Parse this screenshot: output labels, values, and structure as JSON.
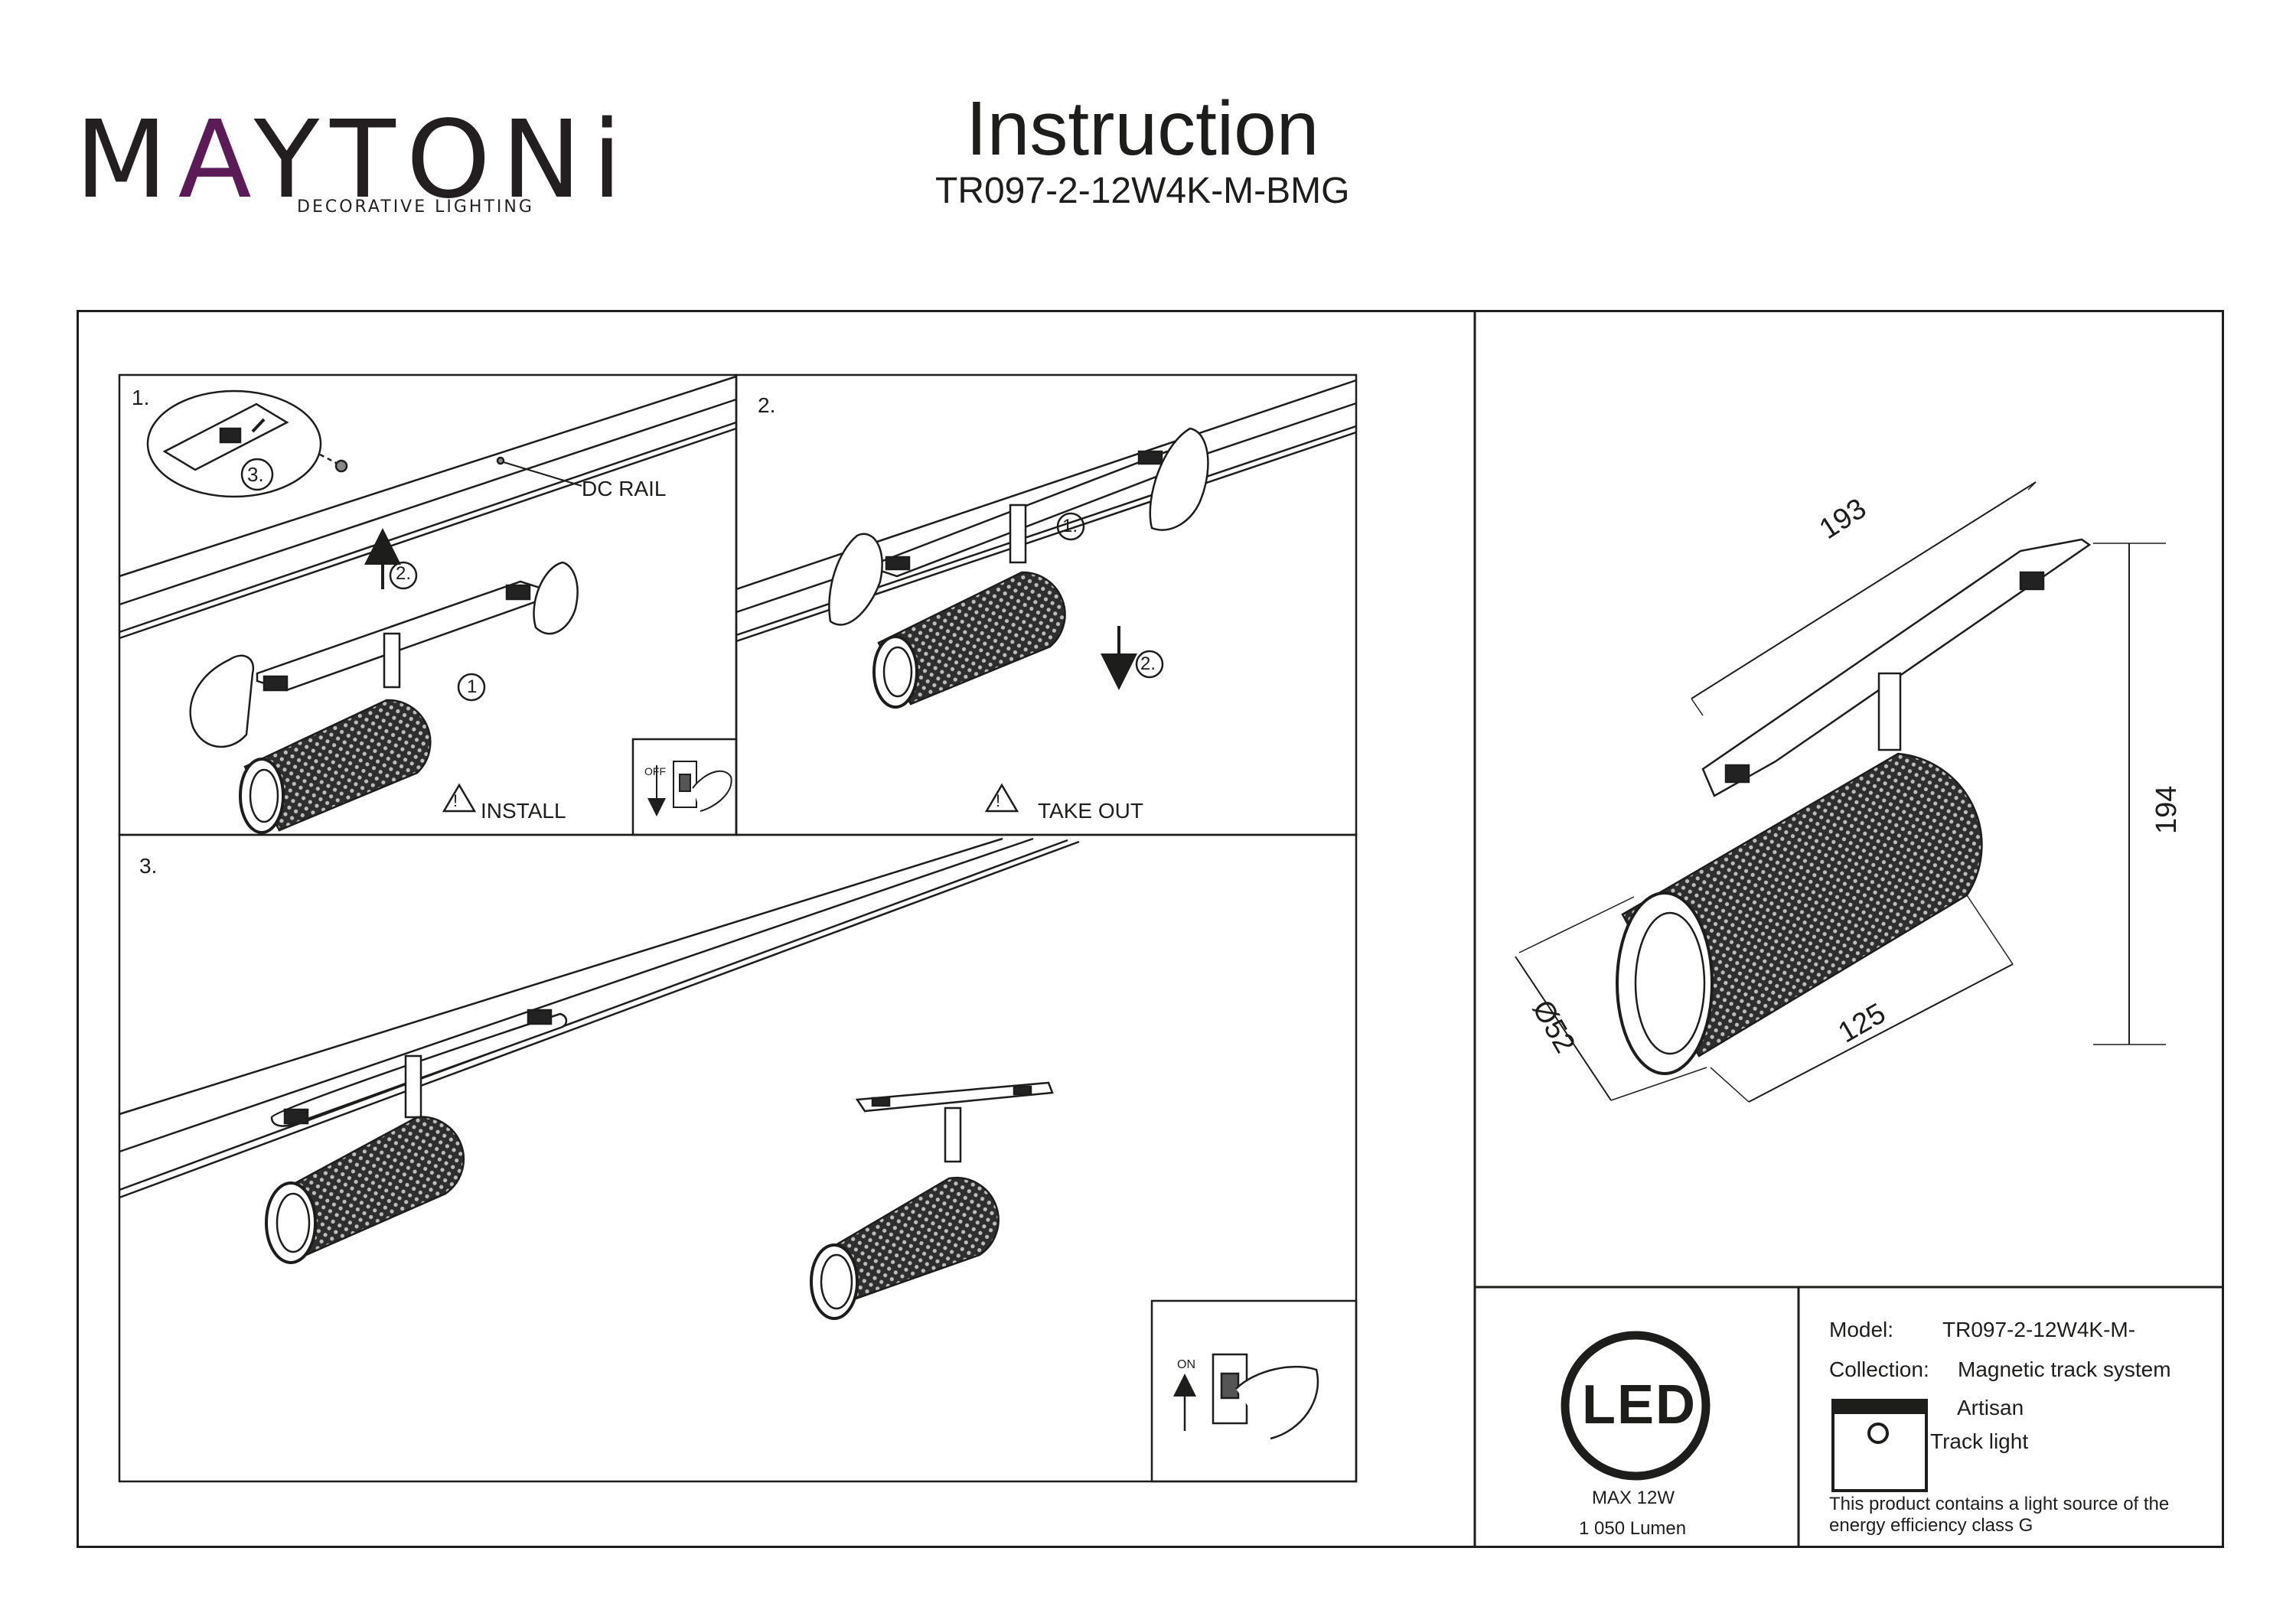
{
  "header": {
    "brand_pre": "M",
    "brand_accent": "A",
    "brand_post": "YTONi",
    "brand_tagline": "DECORATIVE LIGHTING",
    "title": "Instruction",
    "model_code": "TR097-2-12W4K-M-BMG"
  },
  "steps": {
    "step1": {
      "number": "1.",
      "rail_label": "DC RAIL",
      "sub_1": "1",
      "sub_2": "2.",
      "sub_3": "3.",
      "caption": "INSTALL",
      "switch_text": "OFF"
    },
    "step2": {
      "number": "2.",
      "sub_1": "1.",
      "sub_2": "2.",
      "caption": "TAKE OUT"
    },
    "step3": {
      "number": "3.",
      "switch_text": "ON"
    }
  },
  "dimensions": {
    "length": "193",
    "height": "194",
    "diameter": "Ø52",
    "body_length": "125"
  },
  "specs": {
    "led_logo": "LED",
    "power": "MAX 12W",
    "lumen": "1 050 Lumen",
    "model_label": "Model:",
    "model_value": "TR097-2-12W4K-M-",
    "collection_label": "Collection:",
    "collection_value": "Magnetic track system",
    "collection_sub": "Artisan",
    "type_value": "Track light",
    "energy_note_line1": "This product contains a light source of the",
    "energy_note_line2": "energy efficiency class G"
  },
  "colors": {
    "brand_accent": "#5b1b57",
    "ink": "#1d1d1b"
  }
}
